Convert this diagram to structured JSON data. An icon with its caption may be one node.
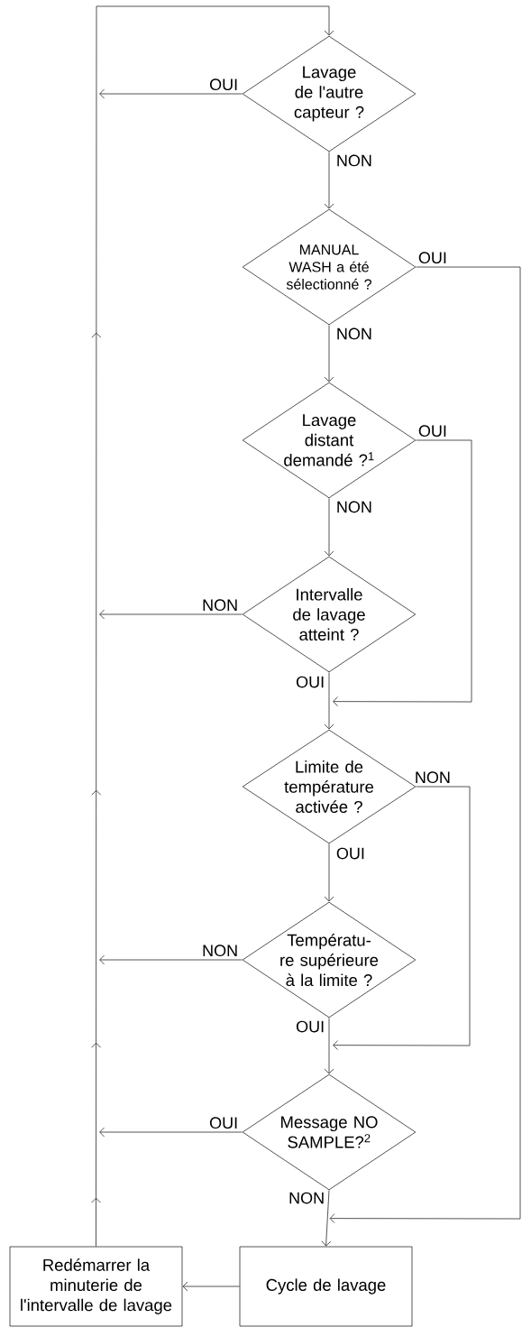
{
  "diagram": {
    "nodes": [
      {
        "text": [
          "Lavage de l'autre capteur ?"
        ]
      },
      {
        "text": [
          "MANUAL WASH a été sélectionné ?"
        ]
      },
      {
        "text": [
          "Lavage distant demandé ?$^{1}$"
        ]
      },
      {
        "text": [
          "Intervalle de lavage atteint ?"
        ]
      },
      {
        "text": [
          "Limite de température activée ?"
        ]
      },
      {
        "text": [
          "Températu- re supérieure à la limite ?"
        ]
      },
      {
        "text": [
          "Message NO SAMPLE?$^{2}$"
        ]
      },
      {
        "text": [
          "Cycle de lavage"
        ]
      },
      {
        "text": [
          "Redémarrer la minuterie de l'intervalle de lavage"
        ]
      }
    ],
    "edges": [
      {
        "from": 0,
        "to": 1,
        "arrow": "to",
        "label": "NON"
      },
      {
        "from": 1,
        "to": 2,
        "arrow": "to",
        "label": "NON"
      },
      {
        "from": 2,
        "to": 3,
        "arrow": "to",
        "label": "NON"
      },
      {
        "from": 3,
        "to": 4,
        "arrow": "to",
        "label": "OUI"
      },
      {
        "from": 4,
        "to": 5,
        "arrow": "to",
        "label": "OUI"
      },
      {
        "from": 5,
        "to": 6,
        "arrow": "to",
        "label": "OUI"
      },
      {
        "from": 6,
        "to": 7,
        "arrow": "to",
        "label": "NON"
      },
      {
        "from": 7,
        "to": 8,
        "arrow": "to"
      },
      {
        "from": 2,
        "to": 4,
        "arrow": "to",
        "label": "OUI"
      },
      {
        "from": 4,
        "to": 6,
        "arrow": "to",
        "label": "NON"
      },
      {
        "from": 1,
        "to": 7,
        "arrow": "to",
        "label": "OUI"
      },
      {
        "from": 0,
        "to": 0,
        "arrow": "to",
        "label": "OUI"
      },
      {
        "from": 3,
        "to": 0,
        "arrow": "to",
        "label": "NON"
      },
      {
        "from": 5,
        "to": 0,
        "arrow": "to",
        "label": "NON"
      },
      {
        "from": 6,
        "to": 0,
        "arrow": "to",
        "label": "OUI"
      },
      {
        "from": 8,
        "to": 0,
        "arrow": "to"
      }
    ]
  }
}
